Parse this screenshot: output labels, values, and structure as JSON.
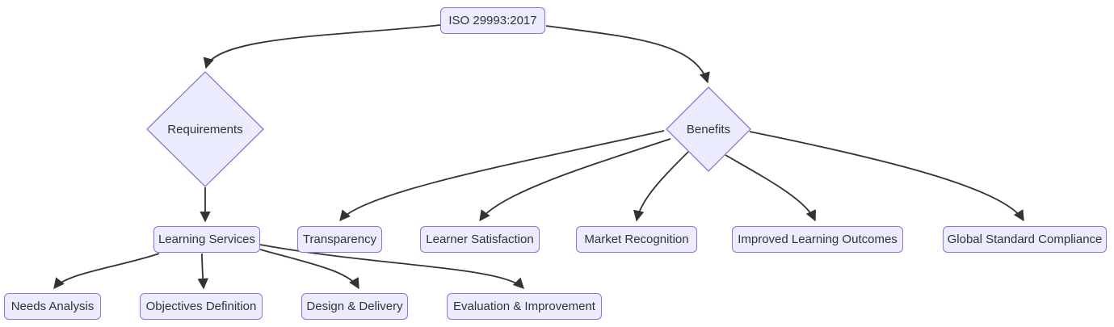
{
  "diagram": {
    "type": "flowchart",
    "direction": "top-down",
    "colors": {
      "node_fill": "#ECECFF",
      "node_border": "#9370DB",
      "edge_stroke": "#333333",
      "text": "#333333",
      "background": "#FFFFFF"
    },
    "nodes": {
      "iso": {
        "label": "ISO 29993:2017",
        "shape": "rounded-rect"
      },
      "requirements": {
        "label": "Requirements",
        "shape": "diamond"
      },
      "benefits": {
        "label": "Benefits",
        "shape": "diamond"
      },
      "learning_services": {
        "label": "Learning Services",
        "shape": "rounded-rect"
      },
      "transparency": {
        "label": "Transparency",
        "shape": "rounded-rect"
      },
      "learner_satisfaction": {
        "label": "Learner Satisfaction",
        "shape": "rounded-rect"
      },
      "market_recognition": {
        "label": "Market Recognition",
        "shape": "rounded-rect"
      },
      "improved_learning_outcomes": {
        "label": "Improved Learning Outcomes",
        "shape": "rounded-rect"
      },
      "global_standard_compliance": {
        "label": "Global Standard Compliance",
        "shape": "rounded-rect"
      },
      "needs_analysis": {
        "label": "Needs Analysis",
        "shape": "rounded-rect"
      },
      "objectives_definition": {
        "label": "Objectives Definition",
        "shape": "rounded-rect"
      },
      "design_delivery": {
        "label": "Design & Delivery",
        "shape": "rounded-rect"
      },
      "evaluation_improvement": {
        "label": "Evaluation & Improvement",
        "shape": "rounded-rect"
      }
    },
    "edges": [
      {
        "from": "iso",
        "to": "requirements"
      },
      {
        "from": "iso",
        "to": "benefits"
      },
      {
        "from": "requirements",
        "to": "learning_services"
      },
      {
        "from": "benefits",
        "to": "transparency"
      },
      {
        "from": "benefits",
        "to": "learner_satisfaction"
      },
      {
        "from": "benefits",
        "to": "market_recognition"
      },
      {
        "from": "benefits",
        "to": "improved_learning_outcomes"
      },
      {
        "from": "benefits",
        "to": "global_standard_compliance"
      },
      {
        "from": "learning_services",
        "to": "needs_analysis"
      },
      {
        "from": "learning_services",
        "to": "objectives_definition"
      },
      {
        "from": "learning_services",
        "to": "design_delivery"
      },
      {
        "from": "learning_services",
        "to": "evaluation_improvement"
      }
    ]
  }
}
